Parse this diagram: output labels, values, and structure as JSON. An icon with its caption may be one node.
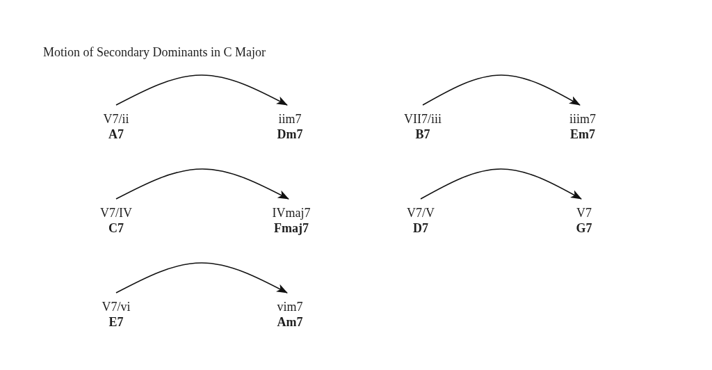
{
  "diagram": {
    "title": "Motion of Secondary Dominants in C Major",
    "nodes": [
      {
        "text": [
          "V7/ii",
          "A7"
        ]
      },
      {
        "text": [
          "iim7",
          "Dm7"
        ]
      },
      {
        "text": [
          "VII7/iii",
          "B7"
        ]
      },
      {
        "text": [
          "iiim7",
          "Em7"
        ]
      },
      {
        "text": [
          "V7/IV",
          "C7"
        ]
      },
      {
        "text": [
          "IVmaj7",
          "Fmaj7"
        ]
      },
      {
        "text": [
          "V7/V",
          "D7"
        ]
      },
      {
        "text": [
          "V7",
          "G7"
        ]
      },
      {
        "text": [
          "V7/vi",
          "E7"
        ]
      },
      {
        "text": [
          "vim7",
          "Am7"
        ]
      }
    ],
    "edges": [
      {
        "from": 0,
        "to": 1,
        "arrow": "to"
      },
      {
        "from": 2,
        "to": 3,
        "arrow": "to"
      },
      {
        "from": 4,
        "to": 5,
        "arrow": "to"
      },
      {
        "from": 6,
        "to": 7,
        "arrow": "to"
      },
      {
        "from": 8,
        "to": 9,
        "arrow": "to"
      }
    ]
  }
}
